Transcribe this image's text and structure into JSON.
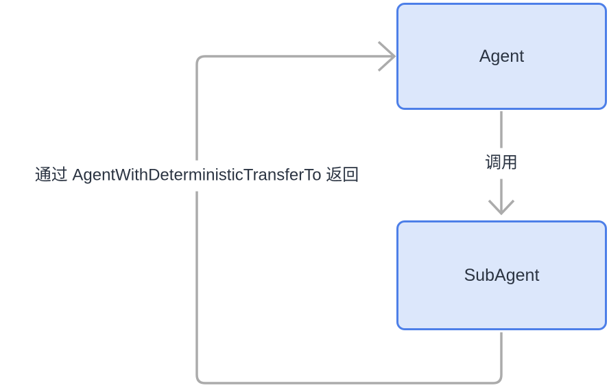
{
  "diagram": {
    "type": "flowchart",
    "nodes": [
      {
        "id": "agent",
        "label": "Agent"
      },
      {
        "id": "subagent",
        "label": "SubAgent"
      }
    ],
    "edges": [
      {
        "from": "agent",
        "to": "subagent",
        "label": "调用"
      },
      {
        "from": "subagent",
        "to": "agent",
        "label": "通过 AgentWithDeterministicTransferTo 返回"
      }
    ],
    "colors": {
      "node_fill": "#dce7fb",
      "node_border": "#4d7fe8",
      "edge_line": "#ababab",
      "text": "#2b3442",
      "background": "#ffffff"
    }
  }
}
